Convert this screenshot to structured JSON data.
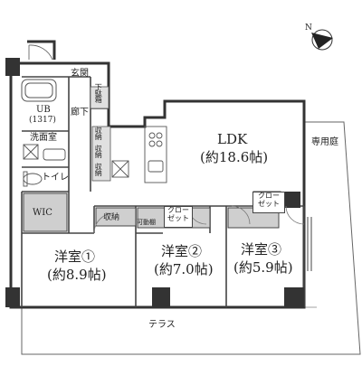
{
  "compass": {
    "label": "N",
    "icon": "north-arrow-icon"
  },
  "rooms": {
    "genkan": "玄関",
    "ub": "UB",
    "ub_size": "(1317)",
    "rouka": "廊下",
    "shitabako": "下駄箱",
    "senmenshitsu": "洗面室",
    "toilet": "トイレ",
    "wic": "WIC",
    "ldk": "LDK",
    "ldk_size": "(約18.6帖)",
    "senyoniwa": "専用庭",
    "shuno_small_1": "収納",
    "shuno_small_2": "収納",
    "shuno_small_3": "収納",
    "shuno": "収納",
    "kadodana": "可動棚",
    "closet_2": "クロー\nゼット",
    "closet_3": "クロー\nゼット",
    "yoshitsu1": "洋室①",
    "yoshitsu1_size": "(約8.9帖)",
    "yoshitsu2": "洋室②",
    "yoshitsu2_size": "(約7.0帖)",
    "yoshitsu3": "洋室③",
    "yoshitsu3_size": "(約5.9帖)",
    "terrace": "テラス"
  }
}
